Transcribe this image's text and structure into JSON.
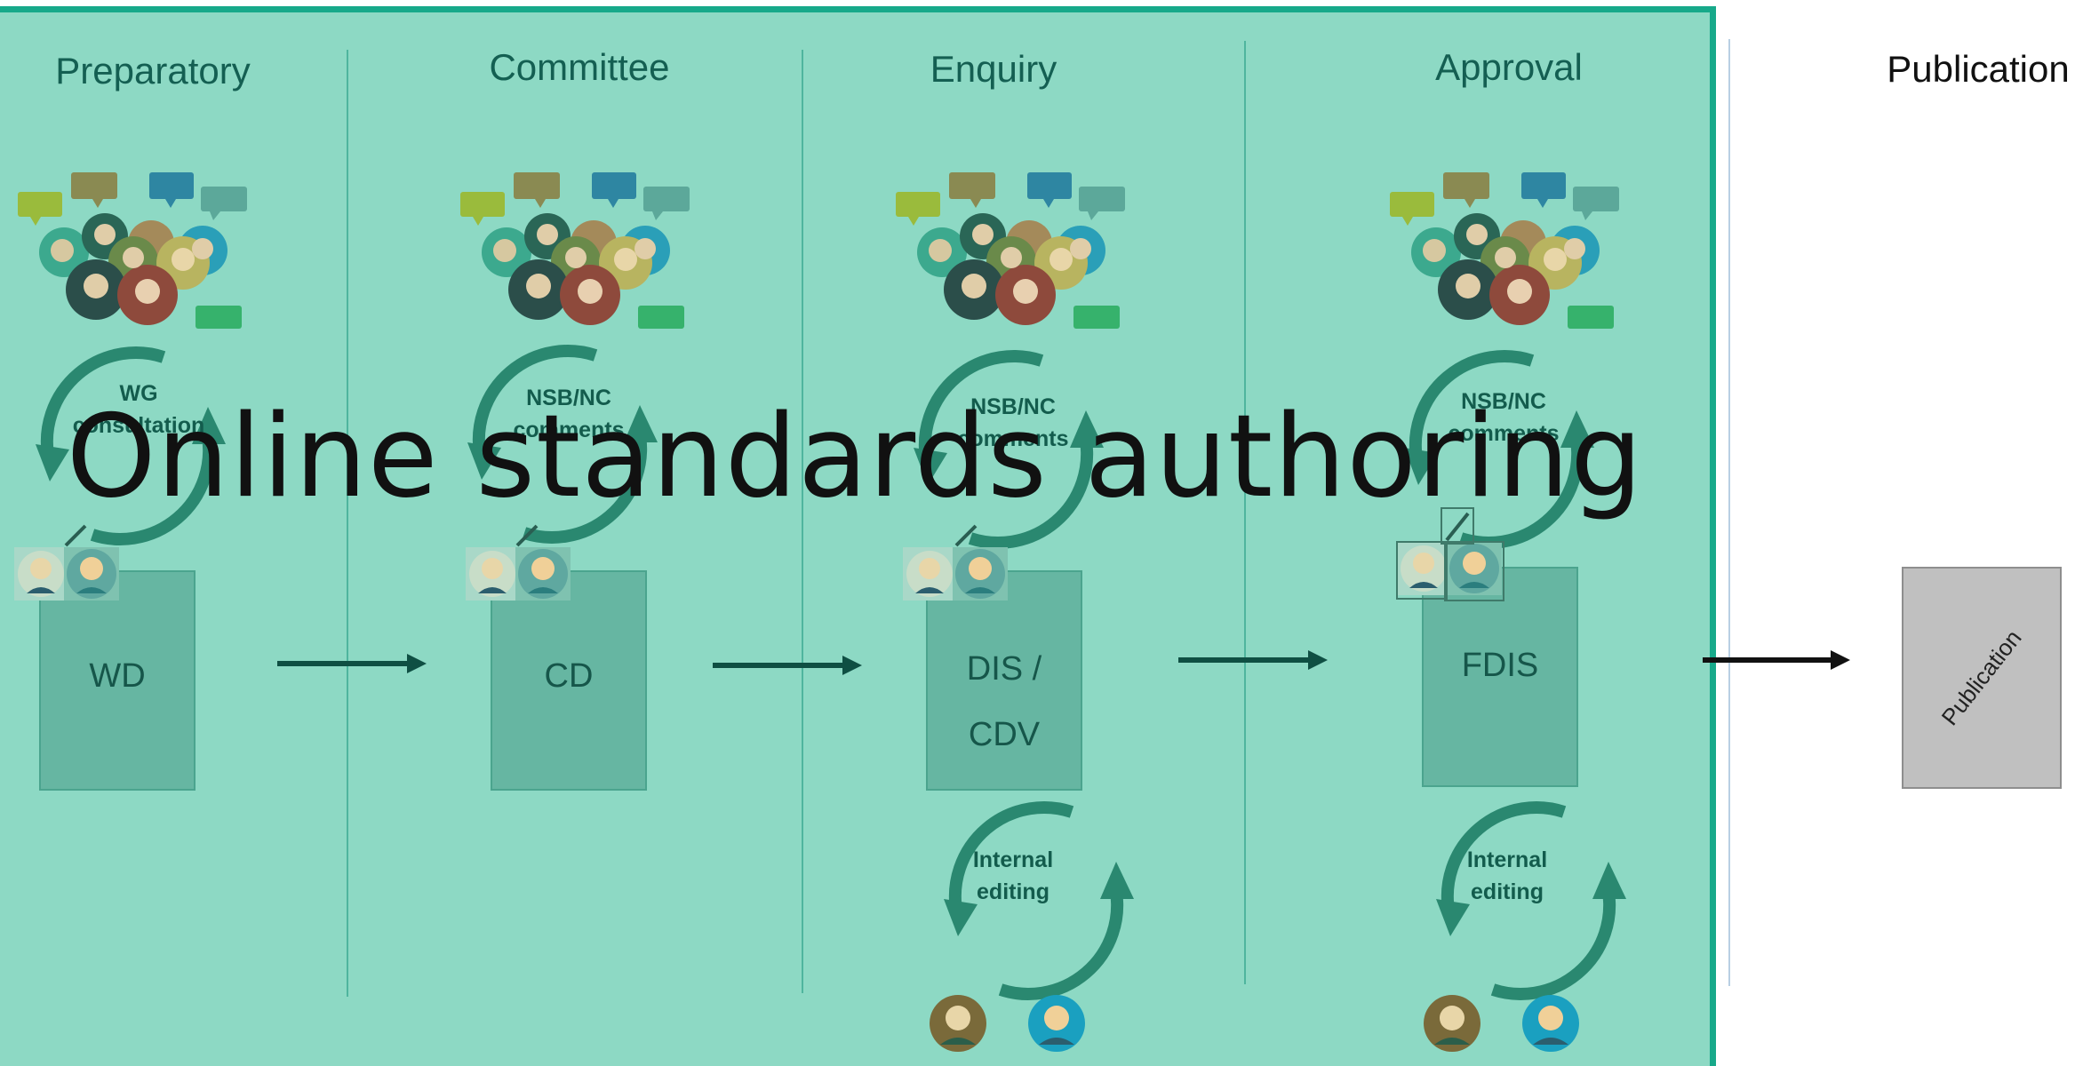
{
  "title": "Online standards authoring",
  "stages": [
    {
      "title": "Preparatory",
      "loop": [
        "WG",
        "consultation"
      ],
      "document": [
        "WD"
      ]
    },
    {
      "title": "Committee",
      "loop": [
        "NSB/NC",
        "comments"
      ],
      "document": [
        "CD"
      ]
    },
    {
      "title": "Enquiry",
      "loop": [
        "NSB/NC",
        "comments"
      ],
      "document": [
        "DIS /",
        "CDV"
      ],
      "editing": [
        "Internal",
        "editing"
      ]
    },
    {
      "title": "Approval",
      "loop": [
        "NSB/NC",
        "comments"
      ],
      "document": [
        "FDIS"
      ],
      "editing": [
        "Internal",
        "editing"
      ]
    }
  ],
  "publication": {
    "title": "Publication",
    "document": "Publication"
  },
  "colors": {
    "panel": "#8dd9c4",
    "border": "#17a98a",
    "document": "#66b6a2",
    "arrow": "#0f4f43",
    "publication_doc": "#c0c0c0"
  },
  "icons": [
    "people-group-icon",
    "speech-bubble-icon",
    "cycle-arrows-icon",
    "reviewer-avatar-icon",
    "pen-icon",
    "arrow-right-icon"
  ]
}
